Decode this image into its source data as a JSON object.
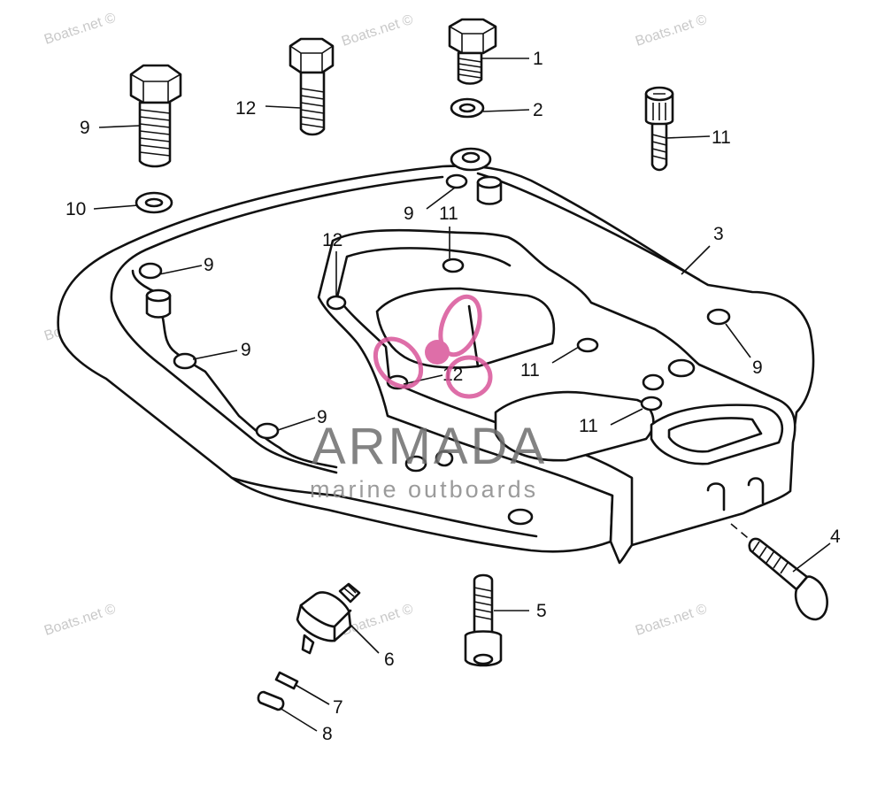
{
  "watermark": {
    "text": "Boats.net ©"
  },
  "logo": {
    "name": "ARMADA",
    "tagline": "marine outboards",
    "accent_color": "#d9559a"
  },
  "callouts": [
    {
      "id": "c1a",
      "label": "1"
    },
    {
      "id": "c2a",
      "label": "2"
    },
    {
      "id": "c3a",
      "label": "3"
    },
    {
      "id": "c4a",
      "label": "4"
    },
    {
      "id": "c5a",
      "label": "5"
    },
    {
      "id": "c6a",
      "label": "6"
    },
    {
      "id": "c7a",
      "label": "7"
    },
    {
      "id": "c8a",
      "label": "8"
    },
    {
      "id": "c9a",
      "label": "9"
    },
    {
      "id": "c9b",
      "label": "9"
    },
    {
      "id": "c9c",
      "label": "9"
    },
    {
      "id": "c9d",
      "label": "9"
    },
    {
      "id": "c9e",
      "label": "9"
    },
    {
      "id": "c9f",
      "label": "9"
    },
    {
      "id": "c10a",
      "label": "10"
    },
    {
      "id": "c11a",
      "label": "11"
    },
    {
      "id": "c11b",
      "label": "11"
    },
    {
      "id": "c11c",
      "label": "11"
    },
    {
      "id": "c11d",
      "label": "11"
    },
    {
      "id": "c12a",
      "label": "12"
    },
    {
      "id": "c12b",
      "label": "12"
    },
    {
      "id": "c12c",
      "label": "12"
    }
  ]
}
